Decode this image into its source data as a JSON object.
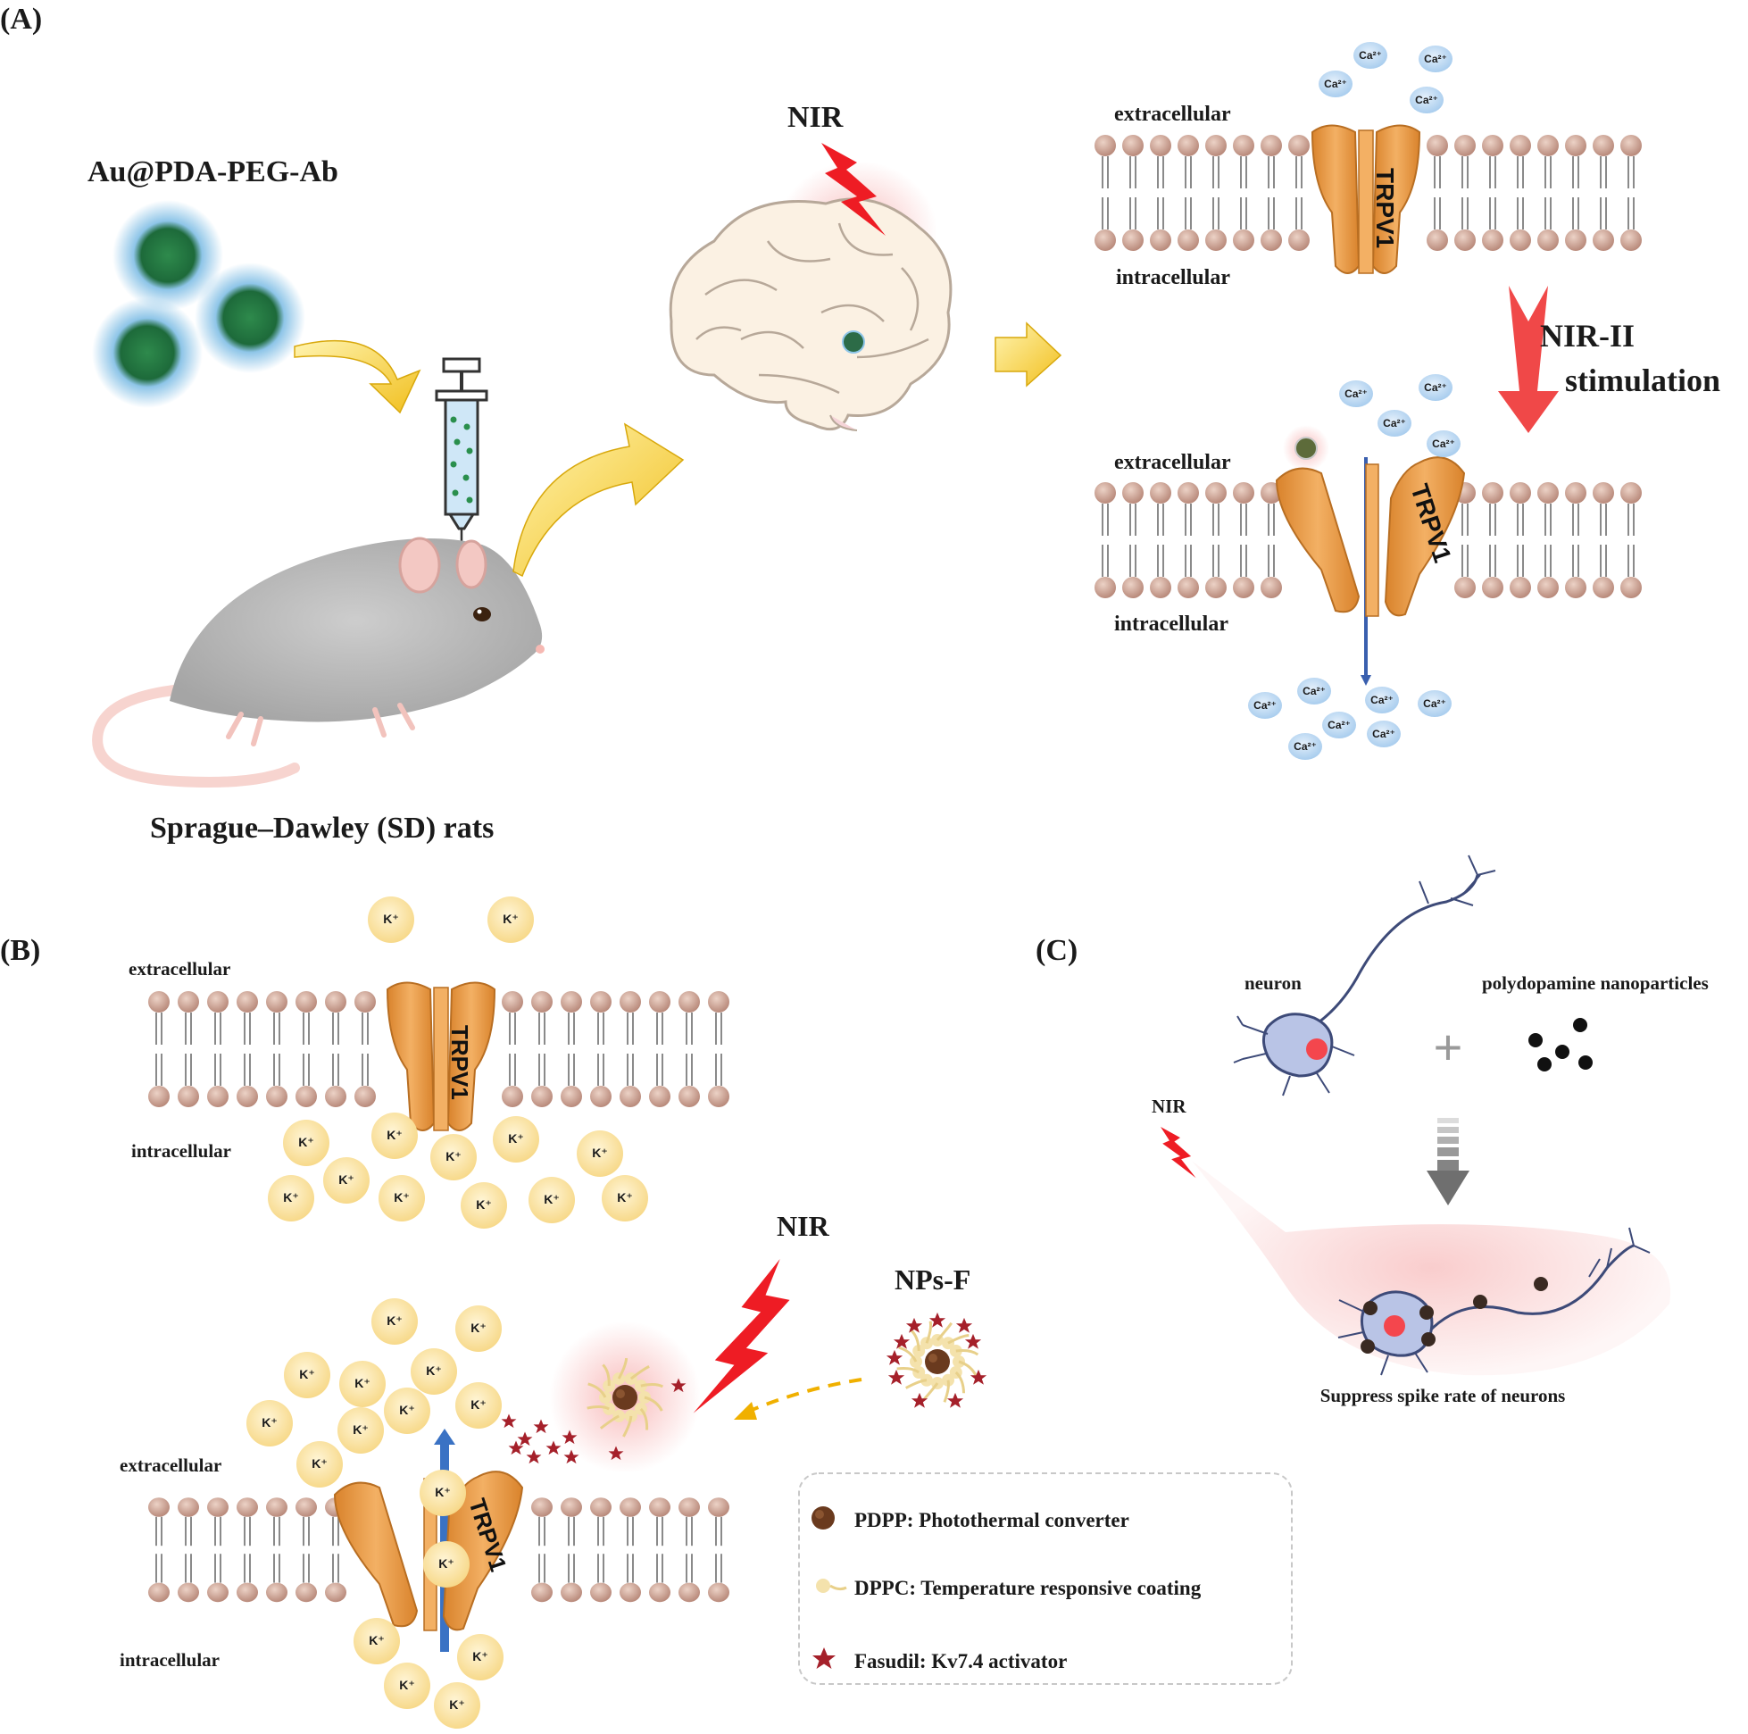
{
  "panel_a": {
    "label": "(A)",
    "nanoparticle_name": "Au@PDA-PEG-Ab",
    "rat_caption": "Sprague–Dawley (SD) rats",
    "nir_label": "NIR",
    "extracellular": "extracellular",
    "intracellular": "intracellular",
    "channel": "TRPV1",
    "stimulation_line1": "NIR-II",
    "stimulation_line2": "stimulation",
    "ion": "Ca²⁺"
  },
  "panel_b": {
    "label": "(B)",
    "extracellular": "extracellular",
    "intracellular": "intracellular",
    "channel": "TRPV1",
    "nir_label": "NIR",
    "nps_label": "NPs-F",
    "ion": "K⁺",
    "legend": [
      {
        "text": "PDPP: Photothermal converter",
        "icon": "pdpp-particle-icon"
      },
      {
        "text": "DPPC: Temperature responsive coating",
        "icon": "dppc-lipid-icon"
      },
      {
        "text": "Fasudil: Kv7.4 activator",
        "icon": "fasudil-star-icon"
      }
    ]
  },
  "panel_c": {
    "label": "(C)",
    "neuron_label": "neuron",
    "nanoparticle_label": "polydopamine nanoparticles",
    "nir_label": "NIR",
    "result_caption": "Suppress spike rate of neurons"
  },
  "colors": {
    "channel": "#e89a4a",
    "channel_dark": "#c47a2e",
    "lipid_head": "#d4a89a",
    "ca_ion": "#bcd8f0",
    "k_ion": "#fbe2a0",
    "arrow_yellow": "#f6cf3c",
    "arrow_red": "#f04848",
    "nir_bolt": "#ee1c24"
  }
}
